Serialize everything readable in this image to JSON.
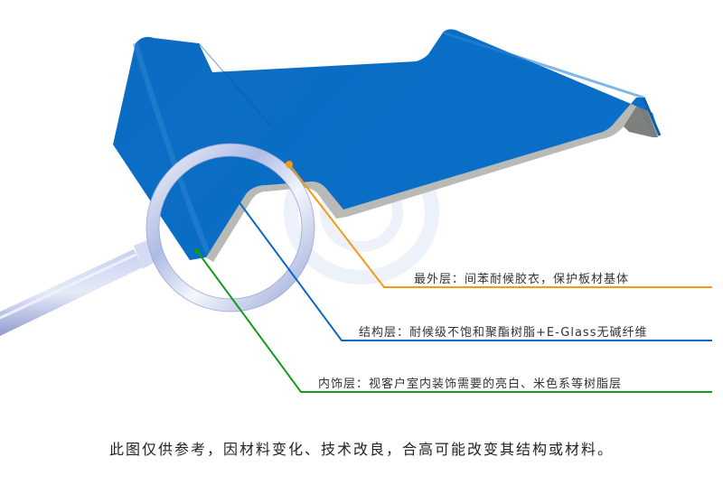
{
  "diagram": {
    "subject": "roof-sheet-cross-section",
    "colors": {
      "sheet_blue": "#0a6fc4",
      "sheet_blue_dark": "#0660b0",
      "core_gray": "#b8b8b4",
      "underside_gray": "#7a7d7a",
      "lens_ring": "#c9d2ec",
      "handle": "#aab5e0",
      "watermark": "#e8eef8",
      "orange": "#f39a17",
      "blue": "#0d67c6",
      "green": "#149a1d"
    },
    "layers": [
      {
        "id": "outer",
        "text": "最外层：间苯耐候胶衣，保护板材基体",
        "color": "#f39a17"
      },
      {
        "id": "structural",
        "text": "结构层：耐候级不饱和聚酯树脂+E-Glass无碱纤维",
        "color": "#0d67c6"
      },
      {
        "id": "inner",
        "text": "内饰层：视客户室内装饰需要的亮白、米色系等树脂层",
        "color": "#149a1d"
      }
    ]
  },
  "footer": {
    "note": "此图仅供参考，因材料变化、技术改良，合高可能改变其结构或材料。"
  }
}
